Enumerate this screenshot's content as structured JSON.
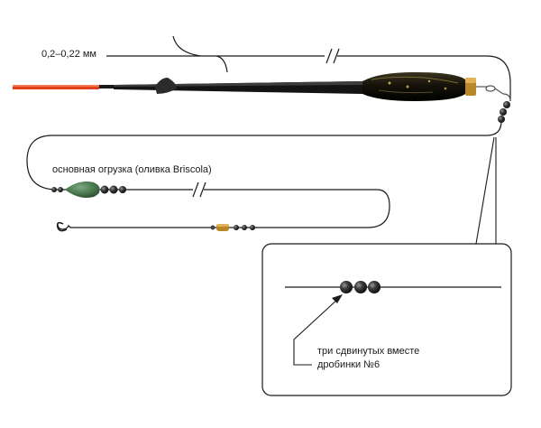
{
  "labels": {
    "line_diameter": "0,2–0,22 мм",
    "main_sinker": "основная огрузка (оливка Briscola)",
    "shot_line1": "три сдвинутых вместе",
    "shot_line2": "дробинки №6"
  },
  "colors": {
    "line": "#1a1a1a",
    "float_tip": "#e0401c",
    "float_body": "#151515",
    "sinker": "#4b7a4f",
    "shot": "#3a3a3a",
    "swivel": "#b8872a"
  },
  "icons": [
    "float",
    "olive-sinker",
    "split-shot",
    "swivel",
    "hook",
    "line-break-mark",
    "leader-pointer-arrow"
  ]
}
